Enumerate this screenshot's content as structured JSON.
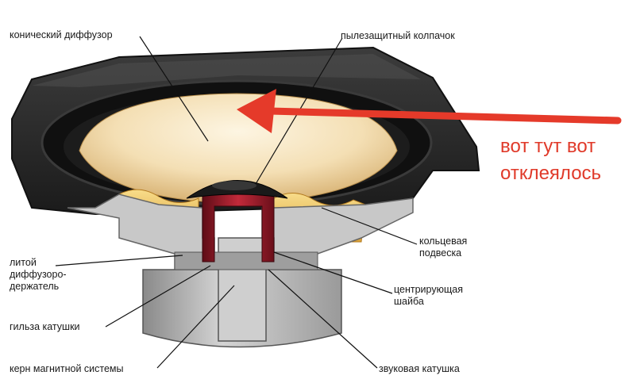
{
  "labels": {
    "cone": "конический диффузор",
    "dust_cap": "пылезащитный колпачок",
    "basket": "литой\nдиффузоро-\nдержатель",
    "surround": "кольцевая\nподвеска",
    "spider": "центрирующая\nшайба",
    "former": "гильза катушки",
    "pole": "керн магнитной системы",
    "voice_coil": "звуковая катушка"
  },
  "annotation": {
    "text": "вот тут вот\nотклеялось",
    "color": "#e03a2a"
  },
  "colors": {
    "basket_dark": "#2e2e2e",
    "cone_light": "#f6e6c4",
    "surround_yellow": "#f0c75e",
    "coil_red": "#a01a28",
    "magnet_gray": "#b6b6b6"
  }
}
